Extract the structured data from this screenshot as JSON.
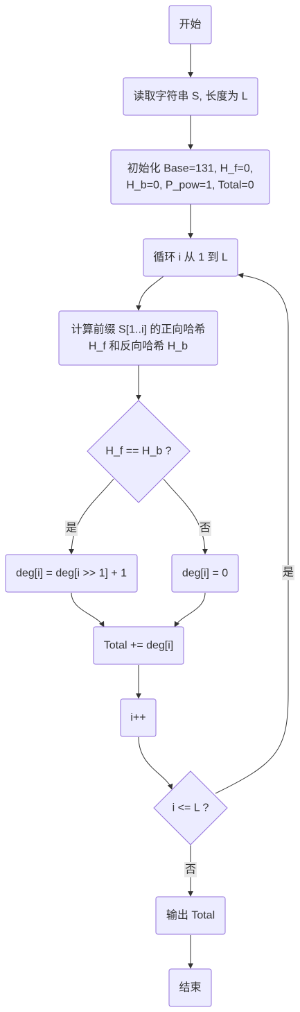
{
  "flowchart": {
    "nodes": {
      "start": "开始",
      "read": "读取字符串 S, 长度为 L",
      "init_line1": "初始化 Base=131, H_f=0,",
      "init_line2": "H_b=0, P_pow=1, Total=0",
      "loop": "循环 i 从 1 到 L",
      "hash_line1": "计算前缀 S[1..i] 的正向哈希",
      "hash_line2": "H_f 和反向哈希 H_b",
      "cond_eq": "H_f == H_b ?",
      "deg_yes": "deg[i] = deg[i >> 1] + 1",
      "deg_no": "deg[i] = 0",
      "total": "Total += deg[i]",
      "inc": "i++",
      "cond_le": "i <= L ?",
      "output": "输出 Total",
      "end": "结束"
    },
    "edge_labels": {
      "eq_yes": "是",
      "eq_no": "否",
      "le_yes": "是",
      "le_no": "否"
    }
  },
  "colors": {
    "node_fill": "#ECECFF",
    "node_stroke": "#9370DB",
    "edge": "#333333",
    "label_bg": "#e8e8e8",
    "text": "#333333"
  }
}
